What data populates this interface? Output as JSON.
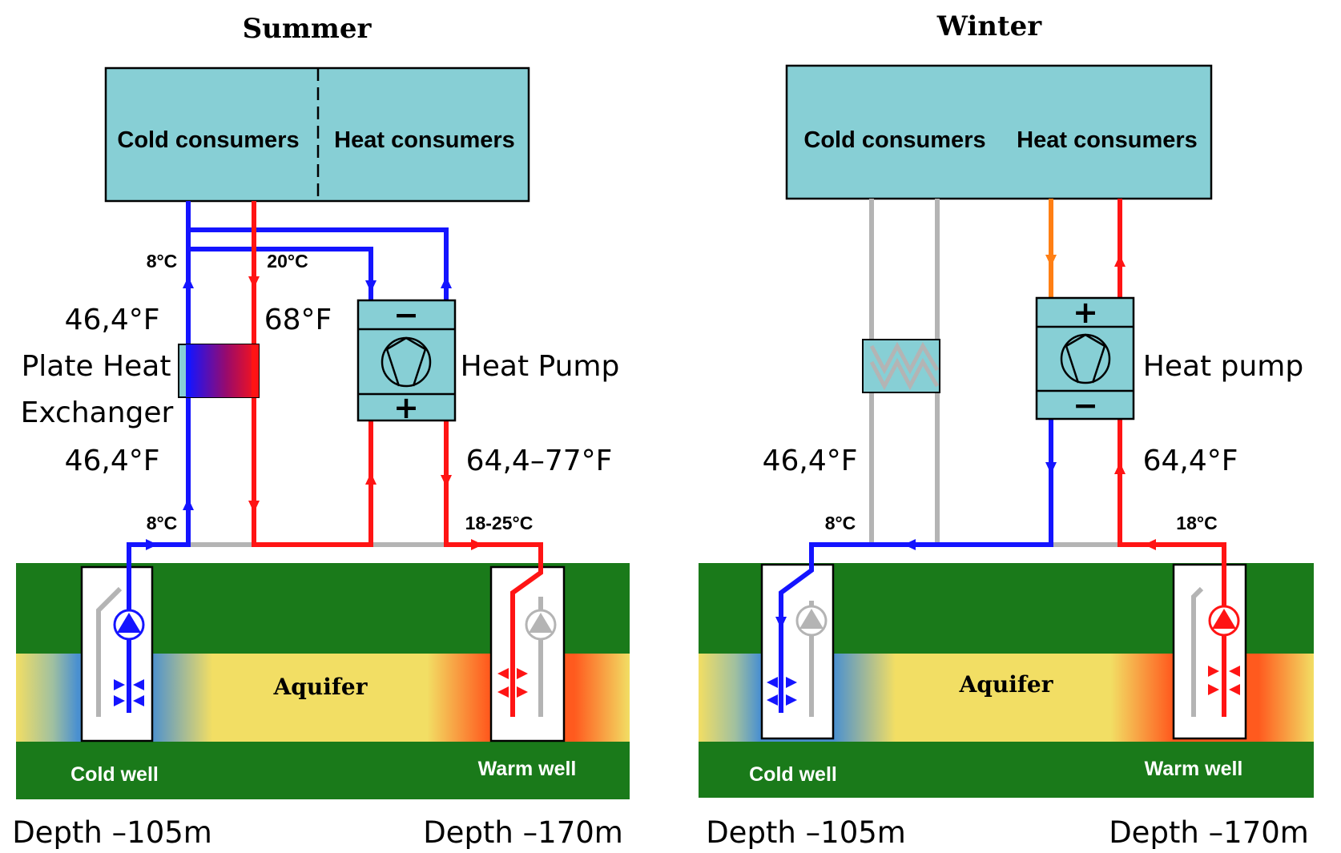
{
  "summer": {
    "title": "Summer",
    "cold_consumers": "Cold consumers",
    "heat_consumers": "Heat consumers",
    "temp_8c_top": "8°C",
    "temp_20c": "20°C",
    "temp_46f_top": "46,4°F",
    "temp_68f": "68°F",
    "phe_line1": "Plate Heat",
    "phe_line2": "Exchanger",
    "heat_pump": "Heat Pump",
    "temp_46f_bottom": "46,4°F",
    "temp_range_f": "64,4–77°F",
    "temp_8c_bottom": "8°C",
    "temp_range_c": "18-25°C",
    "aquifer": "Aquifer",
    "cold_well": "Cold well",
    "warm_well": "Warm well",
    "depth_cold": "Depth –105m",
    "depth_warm": "Depth –170m"
  },
  "winter": {
    "title": "Winter",
    "cold_consumers": "Cold consumers",
    "heat_consumers": "Heat consumers",
    "heat_pump": "Heat pump",
    "temp_46f": "46,4°F",
    "temp_64f": "64,4°F",
    "temp_8c": "8°C",
    "temp_18c": "18°C",
    "aquifer": "Aquifer",
    "cold_well": "Cold well",
    "warm_well": "Warm well",
    "depth_cold": "Depth –105m",
    "depth_warm": "Depth –170m"
  },
  "colors": {
    "consumer_box": "#87cfd5",
    "cold_pipe": "#1414ff",
    "warm_pipe": "#ff1414",
    "inactive_pipe": "#b4b4b4",
    "return_pipe": "#ff7f14",
    "ground": "#1a7a1a",
    "aquifer_yellow": "#f2de64"
  }
}
